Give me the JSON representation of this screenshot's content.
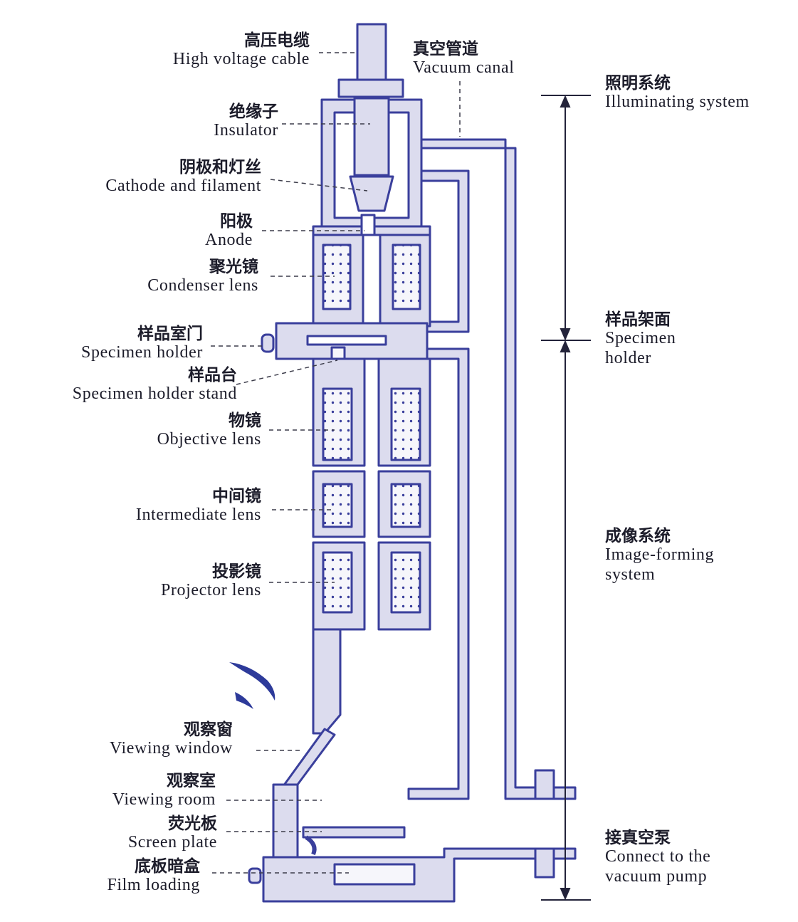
{
  "colors": {
    "outline": "#3a3f9c",
    "fill": "#dcdcee",
    "coil": "#f6f6fb",
    "text": "#1c1c2a",
    "leader": "#3c3c4a"
  },
  "labels": {
    "hv_cable": {
      "zh": "高压电缆",
      "en": "High voltage cable"
    },
    "vacuum_canal": {
      "zh": "真空管道",
      "en": "Vacuum canal"
    },
    "insulator": {
      "zh": "绝缘子",
      "en": "Insulator"
    },
    "cathode": {
      "zh": "阴极和灯丝",
      "en": "Cathode and filament"
    },
    "anode": {
      "zh": "阳极",
      "en": "Anode"
    },
    "condenser": {
      "zh": "聚光镜",
      "en": "Condenser lens"
    },
    "specimen_door": {
      "zh": "样品室门",
      "en": "Specimen holder"
    },
    "specimen_stand": {
      "zh": "样品台",
      "en": "Specimen holder stand"
    },
    "objective": {
      "zh": "物镜",
      "en": "Objective lens"
    },
    "intermediate": {
      "zh": "中间镜",
      "en": "Intermediate lens"
    },
    "projector": {
      "zh": "投影镜",
      "en": "Projector lens"
    },
    "viewing_window": {
      "zh": "观察窗",
      "en": "Viewing window"
    },
    "viewing_room": {
      "zh": "观察室",
      "en": "Viewing room"
    },
    "screen_plate": {
      "zh": "荧光板",
      "en": "Screen plate"
    },
    "film_loading": {
      "zh": "底板暗盒",
      "en": "Film loading"
    }
  },
  "systems": {
    "illuminating": {
      "zh": "照明系统",
      "en": "Illuminating system"
    },
    "specimen_plane": {
      "zh": "样品架面",
      "en_1": "Specimen",
      "en_2": "holder"
    },
    "image_forming": {
      "zh": "成像系统",
      "en_1": "Image-forming",
      "en_2": "system"
    },
    "vacuum_pump": {
      "zh": "接真空泵",
      "en_1": "Connect to the",
      "en_2": "vacuum pump"
    }
  }
}
